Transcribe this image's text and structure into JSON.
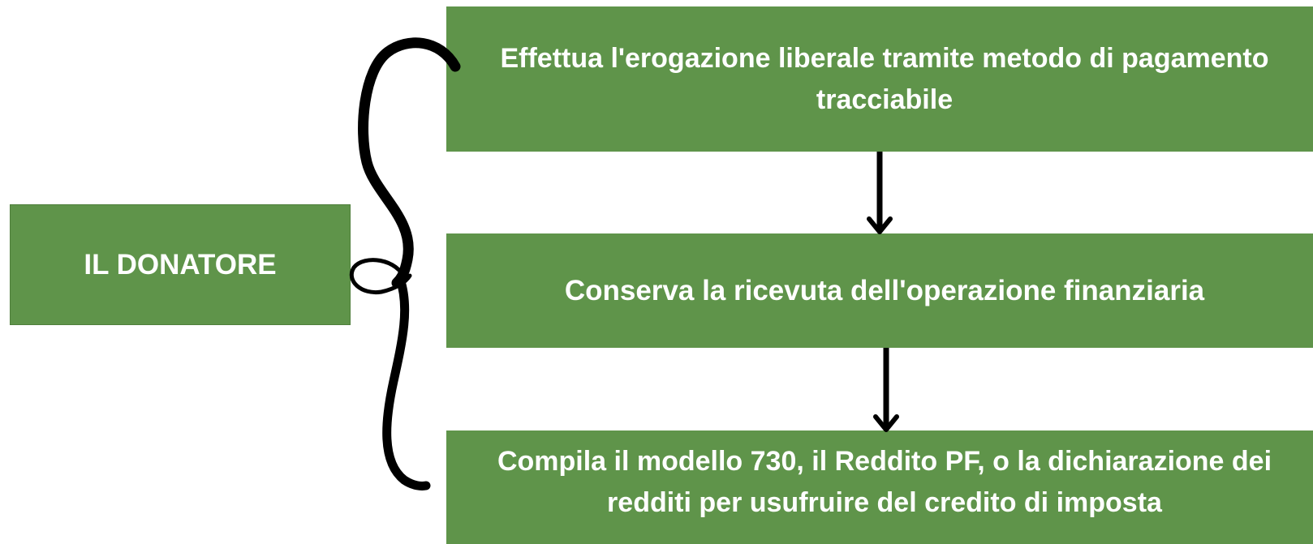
{
  "donor": {
    "label": "IL DONATORE"
  },
  "steps": [
    {
      "text": "Effettua l'erogazione liberale tramite metodo di pagamento tracciabile"
    },
    {
      "text": "Conserva la ricevuta dell'operazione finanziaria"
    },
    {
      "text": "Compila il modello 730, il Reddito PF, o la dichiarazione dei redditi per usufruire del credito di imposta"
    }
  ],
  "colors": {
    "box_fill": "#5f944a",
    "text": "#ffffff",
    "connector": "#000000"
  }
}
